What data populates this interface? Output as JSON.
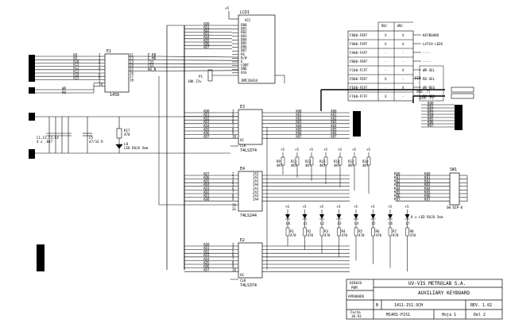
{
  "u1": {
    "ref": "E1",
    "part": "1458",
    "in_pins": [
      "2",
      "3",
      "4",
      "5",
      "6",
      "7",
      "8",
      "9",
      "1",
      "19"
    ],
    "out_pins": [
      "11",
      "12",
      "13",
      "14",
      "15",
      "16",
      "17",
      "18"
    ],
    "in_sigs": [
      "A8",
      "A9",
      "A10",
      "A11",
      "A12",
      "A13",
      "A14",
      "A15"
    ],
    "out_sigs": [
      "E_KB",
      "E_MR",
      "CS3",
      "CS1",
      "RD_N"
    ],
    "side_sigs": [
      "WR",
      "RD"
    ]
  },
  "lcd": {
    "ref": "LCD1",
    "part": "DMC20434",
    "vcc": "VCC",
    "vcc_rail": "+5",
    "pins": [
      "DB0",
      "DB1",
      "DB2",
      "DB3",
      "DB4",
      "DB5",
      "DB6",
      "DB7",
      "RS",
      "R/W",
      "E",
      "CONT",
      "GND",
      "VSS"
    ],
    "bus": [
      "AD0",
      "AD1",
      "AD2",
      "AD3",
      "AD4",
      "AD5",
      "AD6",
      "AD7"
    ],
    "pot": "P1",
    "pot_val": "10K 22v"
  },
  "u3": {
    "ref": "E3",
    "part": "74LS374",
    "clk": "CLK",
    "oc": "OC",
    "in": [
      "AD0",
      "AD1",
      "AD2",
      "AD3",
      "AD4",
      "AD5",
      "AD6",
      "AD7"
    ],
    "out": [
      "X00",
      "X01",
      "X02",
      "X03",
      "X04",
      "X05",
      "X06",
      "X07"
    ]
  },
  "u4": {
    "ref": "E4",
    "part": "74LS244",
    "in": [
      "AD7",
      "AD6",
      "AD5",
      "AD4",
      "AD3",
      "AD2",
      "AD1",
      "AD0"
    ],
    "pins": [
      "1A1",
      "1A2",
      "1A3",
      "1A4",
      "2A1",
      "2A2",
      "2A3",
      "2A4"
    ],
    "ctl": [
      "1G",
      "2G"
    ]
  },
  "u2": {
    "ref": "E2",
    "part": "74LS374",
    "clk": "CLK",
    "oc": "OC",
    "in": [
      "AD0",
      "AD1",
      "AD2",
      "AD3",
      "AD4",
      "AD5",
      "AD6",
      "AD7"
    ]
  },
  "resistors": {
    "pullups": [
      "R9",
      "R11",
      "R13",
      "R15",
      "R14",
      "R12",
      "R10"
    ],
    "pullup_val": "4K7",
    "leds_r": [
      "R1",
      "R2",
      "R3",
      "R4",
      "R5",
      "R6",
      "R7",
      "R8"
    ],
    "led_r_val": "470",
    "leds": [
      "L0",
      "L1",
      "L2",
      "L3",
      "L4",
      "L5",
      "L6",
      "L7"
    ],
    "led_note": "8 x LED ROJO 5mm",
    "r17": "R17",
    "r17_val": "470",
    "l8": "L8",
    "l8_note": "LED ROJO 5mm",
    "caps": "C1,C2,C3,C4",
    "caps_val": "4 x .047",
    "c5": "C5",
    "c5_val": "47/16 R"
  },
  "rails": {
    "plus5": "+5"
  },
  "keys": {
    "ky_col": [
      "K00",
      "K01",
      "K02",
      "K03",
      "K04",
      "K05",
      "K06",
      "K07"
    ],
    "x_labels": [
      "XOO..7]",
      "XIO..7]"
    ],
    "sw_ref": "SW1",
    "sw_part": "SW DIP-8"
  },
  "memmap": {
    "col_rd": "RD/",
    "col_wr": "WR/",
    "rows": [
      {
        "addr": "F800-F8FF",
        "rd": "X",
        "wr": "X",
        "desc": "KEYBOARD"
      },
      {
        "addr": "F900-F9FF",
        "rd": "X",
        "wr": "X",
        "desc": "LATCH LEDS"
      },
      {
        "addr": "FA00-FAFF",
        "rd": "-",
        "wr": "-",
        "desc": "----"
      },
      {
        "addr": "FB00-FBFF",
        "rd": "-",
        "wr": "-",
        "desc": "----"
      },
      {
        "addr": "FC00-FCFF",
        "rd": "-",
        "wr": "X",
        "desc": "WR-SEL"
      },
      {
        "addr": "FD00-FDFF",
        "rd": "X",
        "wr": "-",
        "desc": "RD-SEL"
      },
      {
        "addr": "FE00-FEFF",
        "rd": "-",
        "wr": "X",
        "desc": "WR-REG"
      },
      {
        "addr": "FF00-FFFF",
        "rd": "X",
        "wr": "-",
        "desc": "RD-REG"
      }
    ],
    "side_note": "DIR"
  },
  "title": {
    "company": "UV-VIS METROLAB S.A.",
    "label_dibujo": "DIBUJO",
    "dibujo": "PBM",
    "title": "AUXILIARY KEYBOARD",
    "label_aprobado": "APROBADO",
    "size": "B",
    "file": "1411-151.SCH",
    "rev": "REV. 1.02",
    "label_fecha": "Fecha",
    "fecha": "10-93",
    "drawing_no": "M1401-P151",
    "sheet": "Hoja 1",
    "of": "Del 2"
  }
}
